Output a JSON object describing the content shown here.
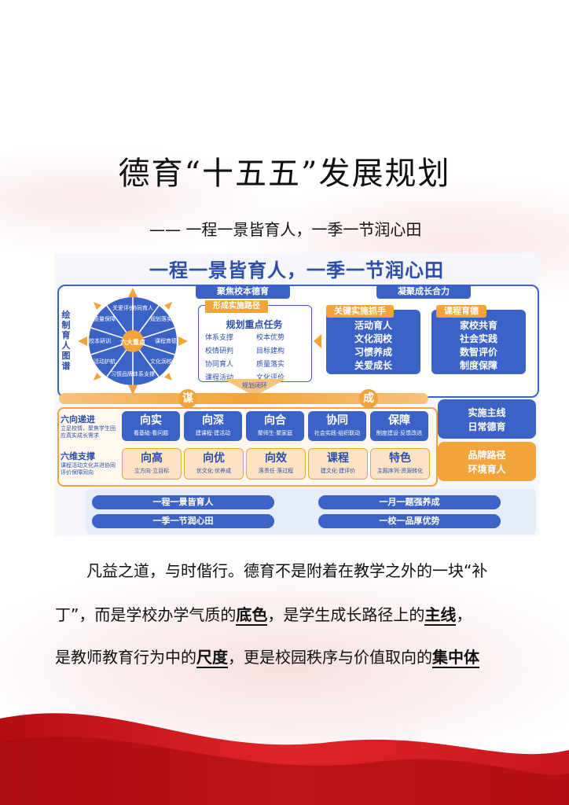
{
  "title": "德育“十五五”发展规划",
  "subtitle": "—— 一程一景皆育人，一季一节润心田",
  "poster": {
    "title": "一程一景皆育人，一季一节润心田",
    "side_label": "绘制育人图谱",
    "top_pills": [
      "聚焦校本德育",
      "凝聚成长合力"
    ],
    "wheel": {
      "center": "六大重点",
      "segments": [
        "协同育人",
        "规划落实",
        "课程育德",
        "文化润校",
        "体系支撑",
        "关爱评价",
        "习惯品牌",
        "活动护航",
        "校本研训",
        "质量保障"
      ]
    },
    "task": {
      "tag": "形成实施路径",
      "heading": "规划重点任务",
      "items": [
        "体系支撑",
        "校本优势",
        "校情研判",
        "目标建构",
        "协同育人",
        "质量落实",
        "课程活动",
        "文化评价"
      ],
      "loop_label": "规划闭环"
    },
    "col1": {
      "tag": "关键实施抓手",
      "items": [
        "活动育人",
        "文化润校",
        "习惯养成",
        "关爱成长"
      ]
    },
    "col2": {
      "tag": "课程育德",
      "items": [
        "家校共育",
        "社会实践",
        "数智评价",
        "制度保障"
      ]
    },
    "band": {
      "left": "谋",
      "right": "成"
    },
    "row1": {
      "label": "六向递进",
      "sub": "立足校情，聚焦学生回应真实成长需求",
      "tiles": [
        {
          "big": "向实",
          "small": "看基础·看问题"
        },
        {
          "big": "向深",
          "small": "建课程·建活动"
        },
        {
          "big": "向合",
          "small": "聚师生·聚家庭"
        },
        {
          "big": "协同",
          "small": "社会实践·组织联动"
        },
        {
          "big": "保障",
          "small": "制度建设·反馈改进"
        }
      ]
    },
    "row2": {
      "label": "六维支撑",
      "sub": "课程活动文化并进协同评价保障同向",
      "tiles": [
        {
          "big": "向高",
          "small": "立方向·立目标"
        },
        {
          "big": "向优",
          "small": "优文化·优养成"
        },
        {
          "big": "向效",
          "small": "落责任·落过程"
        },
        {
          "big": "课程",
          "small": "建文化·建评价"
        },
        {
          "big": "特色",
          "small": "主题序列·资源转化"
        }
      ]
    },
    "right1": [
      "实施主线",
      "日常德育"
    ],
    "right2": [
      "品牌路径",
      "环境育人"
    ],
    "bottom": [
      "一程一景皆育人",
      "一月一题强养成",
      "一季一节润心田",
      "一校一品厚优势"
    ]
  },
  "paragraph": {
    "line1": "凡益之道，与时偕行。德育不是附着在教学之外的一块“补",
    "line2_a": "丁”，而是学校办学气质的",
    "line2_b1": "底色",
    "line2_c": "，是学生成长路径上的",
    "line2_b2": "主线",
    "line2_d": "，",
    "line3_a": "是教师教育行为中的",
    "line3_b1": "尺度",
    "line3_c": "，更是校园秩序与价值取向的",
    "line3_b2": "集中体"
  },
  "colors": {
    "blue": "#3b62c7",
    "orange": "#f2a33a",
    "red": "#c8161d"
  }
}
